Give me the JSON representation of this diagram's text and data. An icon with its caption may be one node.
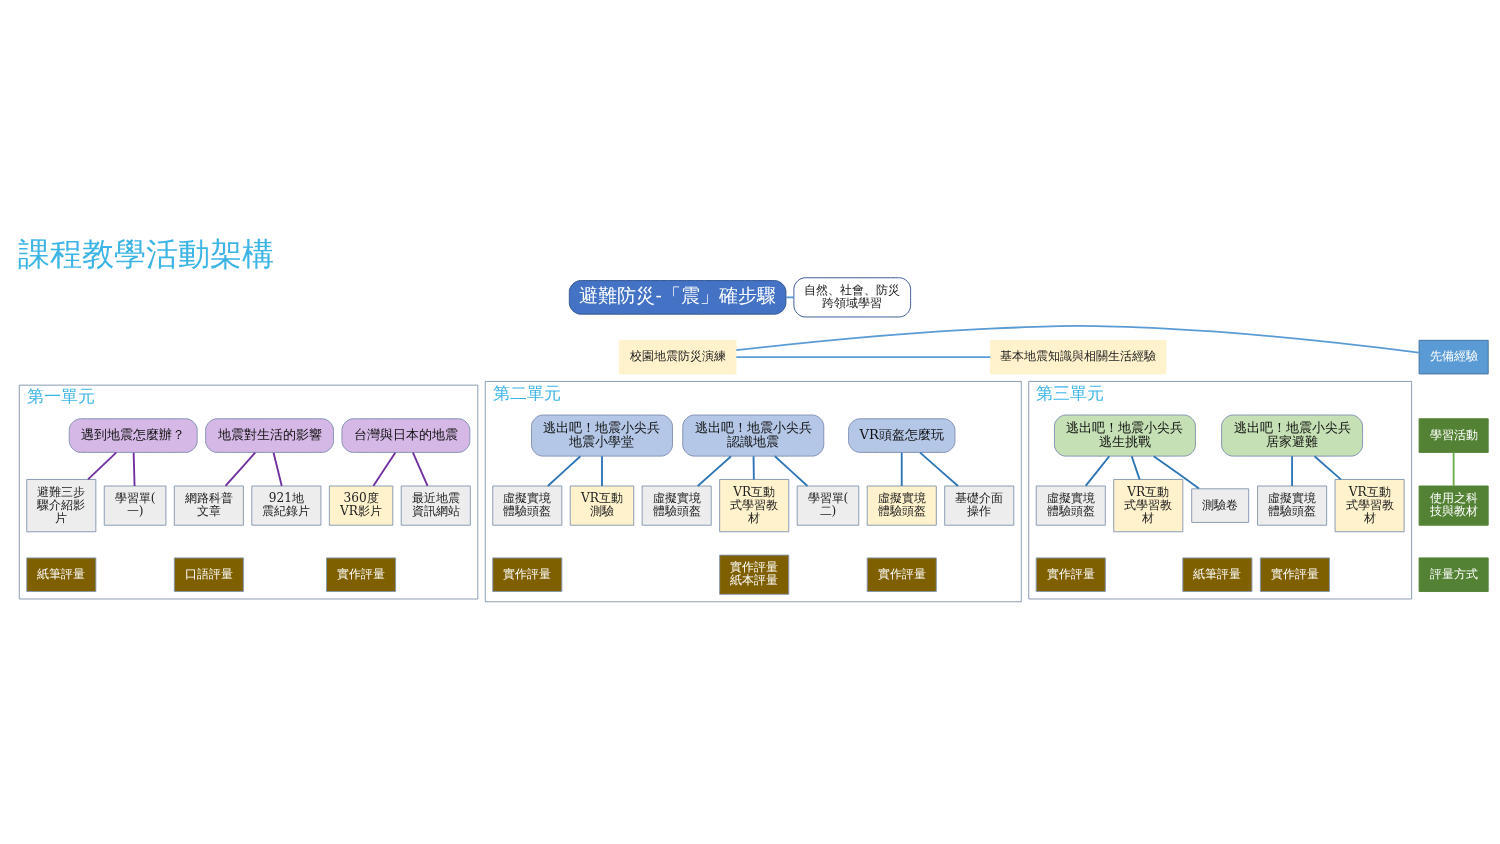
{
  "diagram": {
    "title": "課程教學活動架構",
    "nodes": [
      {
        "text": [
          "避難防災-「震」確步驟"
        ]
      },
      {
        "text": [
          "自然、社會、防災跨領域學習"
        ]
      },
      {
        "text": [
          "先備經驗"
        ]
      },
      {
        "text": [
          "校園地震防災演練"
        ]
      },
      {
        "text": [
          "基本地震知識與相關生活經驗"
        ]
      },
      {
        "text": [
          "學習活動"
        ]
      },
      {
        "text": [
          "使用之科技與教材"
        ]
      },
      {
        "text": [
          "評量方式"
        ]
      },
      {
        "text": [
          "第一單元"
        ]
      },
      {
        "text": [
          "台灣與日本的地震"
        ],
        "in": 8
      },
      {
        "text": [
          "地震對生活的影響"
        ],
        "in": 8
      },
      {
        "text": [
          "遇到地震怎麼辦？"
        ],
        "in": 8
      },
      {
        "text": [
          "360度VR影片"
        ],
        "in": 8
      },
      {
        "text": [
          "最近地震資訊網站"
        ],
        "in": 8
      },
      {
        "text": [
          "網路科普文章"
        ],
        "in": 8
      },
      {
        "text": [
          "921地震紀錄片"
        ],
        "in": 8
      },
      {
        "text": [
          "避難三步驟介紹影片"
        ],
        "in": 8
      },
      {
        "text": [
          "學習單(一)"
        ],
        "in": 8
      },
      {
        "text": [
          "實作評量"
        ],
        "in": 8
      },
      {
        "text": [
          "口語評量"
        ],
        "in": 8
      },
      {
        "text": [
          "紙筆評量"
        ],
        "in": 8
      },
      {
        "text": [
          "第二單元"
        ]
      },
      {
        "text": [
          "VR頭盔怎麼玩"
        ],
        "in": 21
      },
      {
        "text": [
          "逃出吧！地震小尖兵",
          "認識地震"
        ],
        "in": 21
      },
      {
        "text": [
          "逃出吧！地震小尖兵",
          "地震小學堂"
        ],
        "in": 21
      },
      {
        "text": [
          "虛擬實境體驗頭盔"
        ],
        "in": 21
      },
      {
        "text": [
          "基礎介面操作"
        ],
        "in": 21
      },
      {
        "text": [
          "虛擬實境體驗頭盔"
        ],
        "in": 21
      },
      {
        "text": [
          "VR互動式學習教材"
        ],
        "in": 21
      },
      {
        "text": [
          "學習單(二)"
        ],
        "in": 21
      },
      {
        "text": [
          "虛擬實境體驗頭盔"
        ],
        "in": 21
      },
      {
        "text": [
          "VR互動測驗"
        ],
        "in": 21
      },
      {
        "text": [
          "實作評量"
        ],
        "in": 21
      },
      {
        "text": [
          "實作評量",
          "紙本評量"
        ],
        "in": 21
      },
      {
        "text": [
          "實作評量"
        ],
        "in": 21
      },
      {
        "text": [
          "第三單元"
        ]
      },
      {
        "text": [
          "逃出吧！地震小尖兵",
          "居家避難"
        ],
        "in": 35
      },
      {
        "text": [
          "逃出吧！地震小尖兵",
          "逃生挑戰"
        ],
        "in": 35
      },
      {
        "text": [
          "虛擬實境體驗頭盔"
        ],
        "in": 35
      },
      {
        "text": [
          "VR互動式學習教材"
        ],
        "in": 35
      },
      {
        "text": [
          "虛擬實境體驗頭盔"
        ],
        "in": 35
      },
      {
        "text": [
          "VR互動式學習教材"
        ],
        "in": 35
      },
      {
        "text": [
          "測驗卷"
        ],
        "in": 35
      },
      {
        "text": [
          "實作評量"
        ],
        "in": 35
      },
      {
        "text": [
          "實作評量"
        ],
        "in": 35
      },
      {
        "text": [
          "紙筆評量"
        ],
        "in": 35
      }
    ],
    "edges": [
      {
        "from": 0,
        "to": 1,
        "arrow": "none",
        "color": "#5b9bd5"
      },
      {
        "from": 2,
        "to": 3,
        "arrow": "none",
        "color": "#5b9bd5"
      },
      {
        "from": 3,
        "to": 4,
        "arrow": "none",
        "color": "#5b9bd5"
      },
      {
        "from": 5,
        "to": 6,
        "arrow": "none",
        "color": "#70ad47"
      },
      {
        "from": 9,
        "to": 12,
        "arrow": "none",
        "color": "#7030a0"
      },
      {
        "from": 9,
        "to": 13,
        "arrow": "none",
        "color": "#7030a0"
      },
      {
        "from": 10,
        "to": 14,
        "arrow": "none",
        "color": "#7030a0"
      },
      {
        "from": 10,
        "to": 15,
        "arrow": "none",
        "color": "#7030a0"
      },
      {
        "from": 11,
        "to": 16,
        "arrow": "none",
        "color": "#7030a0"
      },
      {
        "from": 11,
        "to": 17,
        "arrow": "none",
        "color": "#7030a0"
      },
      {
        "from": 22,
        "to": 25,
        "arrow": "none"
      },
      {
        "from": 22,
        "to": 26,
        "arrow": "none"
      },
      {
        "from": 23,
        "to": 27,
        "arrow": "none"
      },
      {
        "from": 23,
        "to": 28,
        "arrow": "none"
      },
      {
        "from": 23,
        "to": 29,
        "arrow": "none"
      },
      {
        "from": 24,
        "to": 30,
        "arrow": "none"
      },
      {
        "from": 24,
        "to": 31,
        "arrow": "none"
      },
      {
        "from": 36,
        "to": 38,
        "arrow": "none"
      },
      {
        "from": 36,
        "to": 39,
        "arrow": "none"
      },
      {
        "from": 37,
        "to": 40,
        "arrow": "none"
      },
      {
        "from": 37,
        "to": 41,
        "arrow": "none"
      },
      {
        "from": 37,
        "to": 42,
        "arrow": "none"
      }
    ]
  }
}
